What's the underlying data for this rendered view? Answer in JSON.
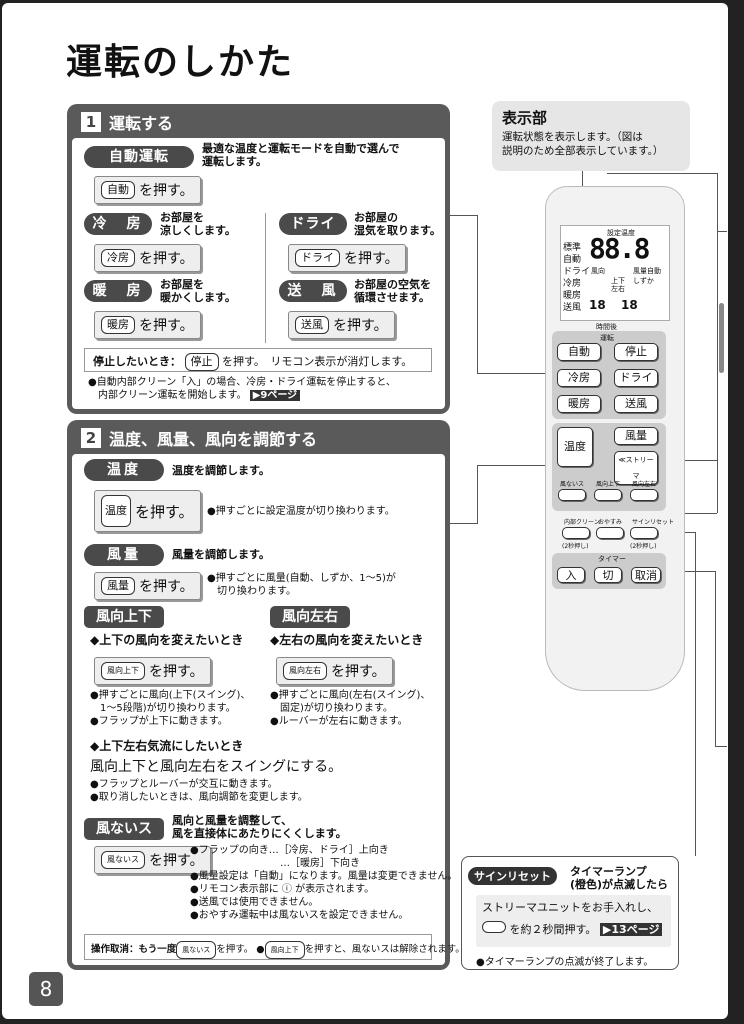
{
  "title": "運転のしかた",
  "page_number": "8",
  "sec1": {
    "num": "1",
    "title": "運転する",
    "auto_label": "自動運転",
    "auto_desc": "最適な温度と運転モードを自動で選んで\n運転します。",
    "auto_btn": "自動",
    "press": "を押す。",
    "cool_label": "冷　房",
    "cool_desc": "お部屋を\n涼しくします。",
    "cool_btn": "冷房",
    "dry_label": "ドライ",
    "dry_desc": "お部屋の\n湿気を取ります。",
    "dry_btn": "ドライ",
    "heat_label": "暖　房",
    "heat_desc": "お部屋を\n暖かくします。",
    "heat_btn": "暖房",
    "fan_label": "送　風",
    "fan_desc": "お部屋の空気を\n循環させます。",
    "fan_btn": "送風",
    "stop_text_pre": "停止したいとき：",
    "stop_btn": "停止",
    "stop_text_post": "を押す。　リモコン表示が消灯します。",
    "note": "●自動内部クリーン「入」の場合、冷房・ドライ運転を停止すると、\n　内部クリーン運転を開始します。",
    "note_ref": "▶9ページ"
  },
  "sec2": {
    "num": "2",
    "title": "温度、風量、風向を調節する",
    "temp_label": "温度",
    "temp_desc": "温度を調節します。",
    "temp_btn": "温度",
    "temp_note": "●押すごとに設定温度が切り換わります。",
    "vol_label": "風量",
    "vol_desc": "風量を調節します。",
    "vol_btn": "風量",
    "vol_note": "●押すごとに風量(自動、しずか、1～5)が\n　切り換わります。",
    "ud_label": "風向上下",
    "ud_sub": "◆上下の風向を変えたいとき",
    "ud_btn": "風向上下",
    "ud_notes": "●押すごとに風向(上下(スイング)、\n　1～5段階)が切り換わります。\n●フラップが上下に動きます。",
    "lr_label": "風向左右",
    "lr_sub": "◆左右の風向を変えたいとき",
    "lr_btn": "風向左右",
    "lr_notes": "●押すごとに風向(左右(スイング)、\n　固定)が切り換わります。\n●ルーバーが左右に動きます。",
    "swing_sub": "◆上下左右気流にしたいとき",
    "swing_text": "風向上下と風向左右をスイングにする。",
    "swing_notes": "●フラップとルーバーが交互に動きます。\n●取り消したいときは、風向調節を変更します。",
    "nokaze_label": "風ないス",
    "nokaze_desc": "風向と風量を調整して、\n風を直接体にあたりにくくします。",
    "nokaze_btn": "風ないス",
    "nokaze_notes": "●フラップの向き…［冷房、ドライ］上向き\n　　　　　　　　　…［暖房］下向き\n●風量設定は「自動」になります。風量は変更できません。\n●リモコン表示部に ⓘ が表示されます。\n●送風では使用できません。\n●おやすみ運転中は風ないスを設定できません。",
    "cancel_pre": "操作取消：もう一度",
    "cancel_mid": "を押す。 ●",
    "cancel_post": "を押すと、風ないスは解除されます。"
  },
  "display": {
    "title": "表示部",
    "desc": "運転状態を表示します。（図は\n説明のため全部表示しています。）"
  },
  "remote": {
    "set_temp": "設定温度",
    "std": "標準",
    "auto": "自動",
    "digits": "88.8",
    "dry": "ドライ",
    "fd": "風向",
    "cool": "冷房",
    "heat": "暖房",
    "fan": "送風",
    "ud": "上下",
    "lr": "左右",
    "vol_auto": "風量自動",
    "quiet": "しずか",
    "t1": "18",
    "t2": "18",
    "timer_after": "時間後",
    "op": "運転",
    "b_auto": "自動",
    "b_stop": "停止",
    "b_cool": "冷房",
    "b_dry": "ドライ",
    "b_heat": "暖房",
    "b_fan": "送風",
    "b_temp": "温度",
    "b_vol": "風量",
    "b_stream": "≪ストリーマ",
    "b_nokaze": "風ないス",
    "b_ud": "風向上下",
    "b_lr": "風向左右",
    "b_clean": "内部クリーン",
    "b_sleep": "おやすみ",
    "b_sign": "サインリセット",
    "hold1": "(2秒押し)",
    "hold2": "(2秒押し)",
    "timer": "タイマー",
    "b_on": "入",
    "b_off": "切",
    "b_cancel": "取消"
  },
  "sign": {
    "label": "サインリセット",
    "title": "タイマーランプ\n(橙色)が点滅したら",
    "text1": "ストリーマユニットをお手入れし、",
    "text2": "を約２秒間押す。",
    "ref": "▶13ページ",
    "note": "●タイマーランプの点滅が終了します。"
  }
}
